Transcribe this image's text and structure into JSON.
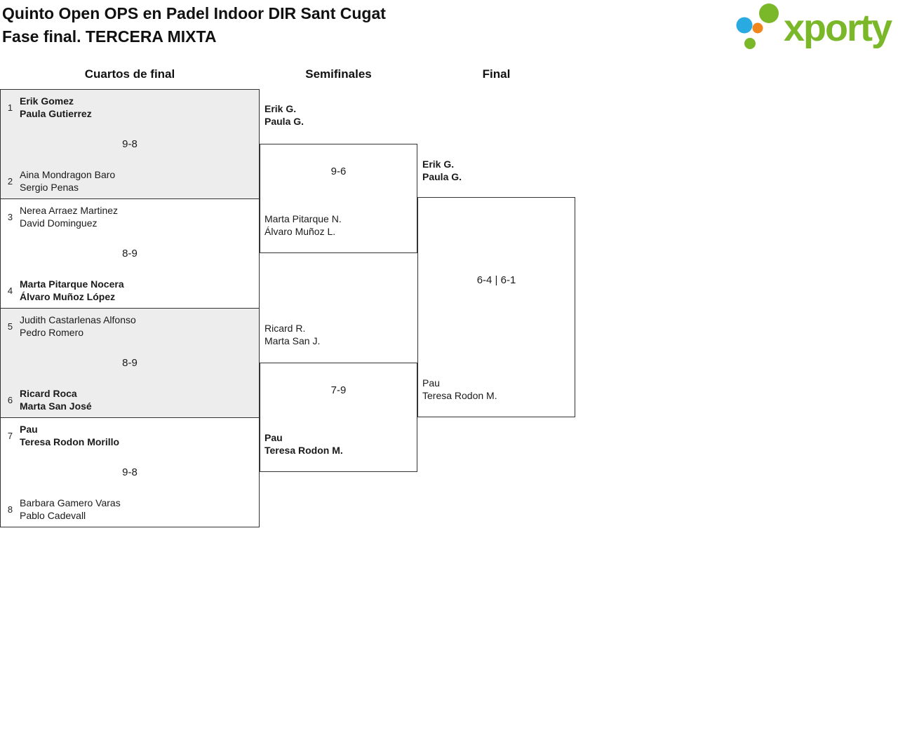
{
  "header": {
    "title_line1": "Quinto Open OPS en Padel Indoor DIR Sant Cugat",
    "title_line2": "Fase final. TERCERA MIXTA",
    "logo_text": "xporty"
  },
  "rounds": {
    "quarterfinals_label": "Cuartos de final",
    "semifinals_label": "Semifinales",
    "final_label": "Final"
  },
  "bracket": {
    "quarterfinals": [
      {
        "team1": {
          "seed": "1",
          "line1": "Erik Gomez",
          "line2": "Paula Gutierrez",
          "winner": true
        },
        "score": "9-8",
        "team2": {
          "seed": "2",
          "line1": "Aina Mondragon Baro",
          "line2": "Sergio Penas",
          "winner": false
        }
      },
      {
        "team1": {
          "seed": "3",
          "line1": "Nerea Arraez Martinez",
          "line2": "David Dominguez",
          "winner": false
        },
        "score": "8-9",
        "team2": {
          "seed": "4",
          "line1": "Marta Pitarque Nocera",
          "line2": "Álvaro Muñoz López",
          "winner": true
        }
      },
      {
        "team1": {
          "seed": "5",
          "line1": "Judith Castarlenas Alfonso",
          "line2": "Pedro Romero",
          "winner": false
        },
        "score": "8-9",
        "team2": {
          "seed": "6",
          "line1": "Ricard Roca",
          "line2": "Marta San José",
          "winner": true
        }
      },
      {
        "team1": {
          "seed": "7",
          "line1": "Pau",
          "line2": "Teresa Rodon Morillo",
          "winner": true
        },
        "score": "9-8",
        "team2": {
          "seed": "8",
          "line1": "Barbara Gamero Varas",
          "line2": "Pablo Cadevall",
          "winner": false
        }
      }
    ],
    "semifinals": [
      {
        "team1": {
          "line1": "Erik G.",
          "line2": "Paula G.",
          "winner": true
        },
        "score": "9-6",
        "team2": {
          "line1": "Marta Pitarque N.",
          "line2": "Álvaro Muñoz L.",
          "winner": false
        }
      },
      {
        "team1": {
          "line1": "Ricard R.",
          "line2": "Marta San J.",
          "winner": false
        },
        "score": "7-9",
        "team2": {
          "line1": "Pau",
          "line2": "Teresa Rodon M.",
          "winner": true
        }
      }
    ],
    "final": {
      "team1": {
        "line1": "Erik G.",
        "line2": "Paula G.",
        "winner": true
      },
      "score": "6-4 | 6-1",
      "team2": {
        "line1": "Pau",
        "line2": "Teresa Rodon M.",
        "winner": false
      }
    }
  },
  "colors": {
    "brand_green": "#7ab829",
    "dot_blue": "#29abe2",
    "dot_orange": "#f1861d",
    "box_gray": "#ededed",
    "border": "#333333"
  }
}
